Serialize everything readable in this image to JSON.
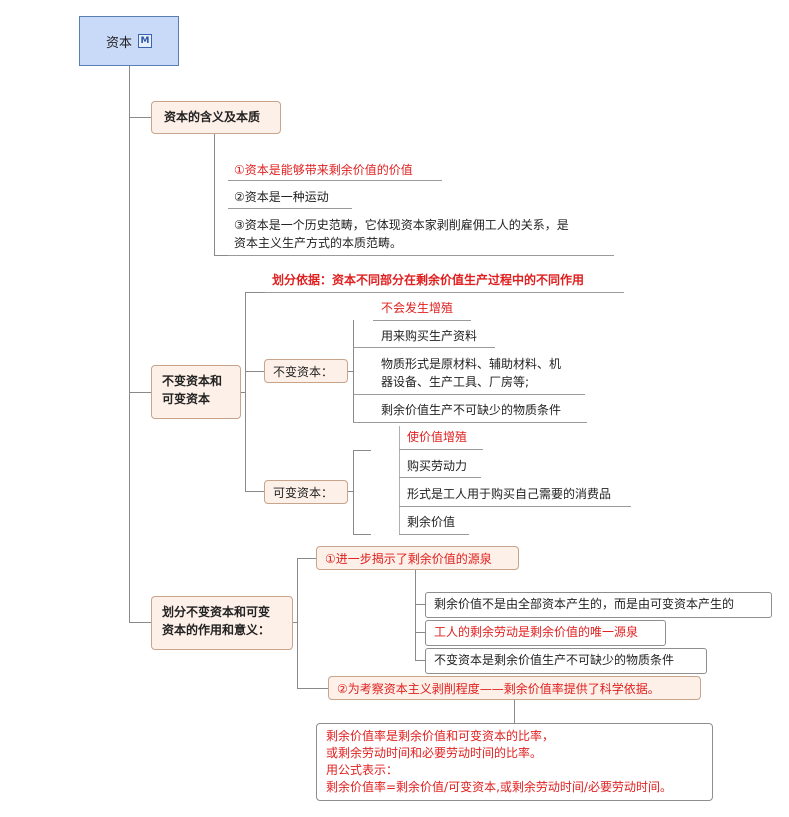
{
  "root": {
    "label": "资本",
    "badge": "M"
  },
  "topic1": {
    "label": "资本的含义及本质",
    "items": [
      "①资本是能够带来剩余价值的价值",
      "②资本是一种运动",
      "③资本是一个历史范畴，它体现资本家剥削雇佣工人的关系，是",
      "资本主义生产方式的本质范畴。"
    ]
  },
  "topic2": {
    "line1": "不变资本和",
    "line2": "可变资本",
    "basis": "划分依据：资本不同部分在剩余价值生产过程中的不同作用",
    "constant": {
      "label": "不变资本：",
      "items": [
        "不会发生增殖",
        "用来购买生产资料",
        "物质形式是原材料、辅助材料、机",
        "器设备、生产工具、厂房等;",
        "剩余价值生产不可缺少的物质条件"
      ]
    },
    "variable": {
      "label": "可变资本：",
      "items": [
        "使价值增殖",
        "购买劳动力",
        "形式是工人用于购买自己需要的消费品",
        "剩余价值"
      ]
    }
  },
  "topic3": {
    "line1": "划分不变资本和可变",
    "line2": "资本的作用和意义：",
    "point1": {
      "label": "①进一步揭示了剩余价值的源泉",
      "items": [
        "剩余价值不是由全部资本产生的，而是由可变资本产生的",
        "工人的剩余劳动是剩余价值的唯一源泉",
        "不变资本是剩余价值生产不可缺少的物质条件"
      ]
    },
    "point2": {
      "label": "②为考察资本主义剥削程度——剩余价值率提供了科学依据。",
      "detail": [
        "剩余价值率是剩余价值和可变资本的比率，",
        "或剩余劳动时间和必要劳动时间的比率。",
        "用公式表示：",
        "剩余价值率=剩余价值/可变资本,或剩余劳动时间/必要劳动时间。"
      ]
    }
  },
  "colors": {
    "accent_red": "#e02020",
    "root_fill": "#c9daf8",
    "topic_fill": "#fdf0e8"
  }
}
